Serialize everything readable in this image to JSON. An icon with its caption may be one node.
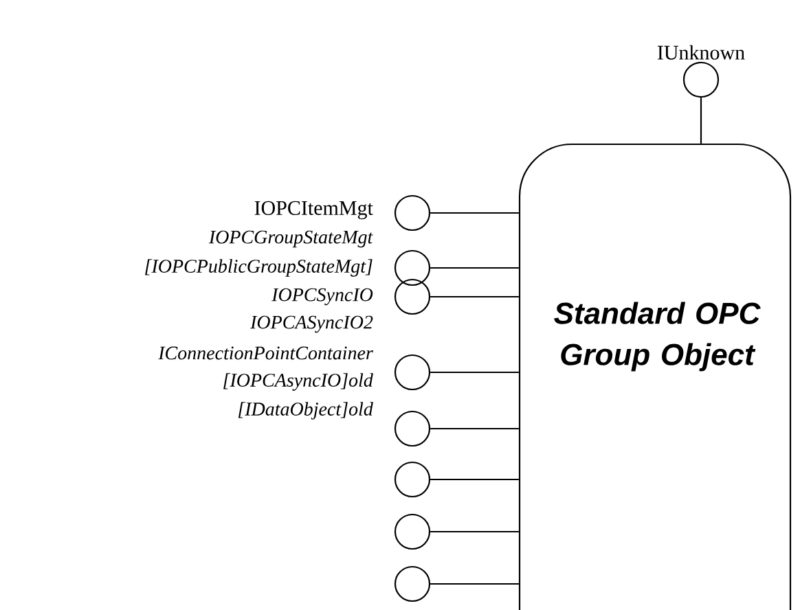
{
  "diagram": {
    "nodes": [
      {
        "text": [
          "Standard OPC Group Object"
        ]
      },
      {
        "text": [],
        "shape": "circle",
        "beside": [
          "IUnknown"
        ]
      },
      {
        "text": [],
        "shape": "circle"
      },
      {
        "text": [],
        "shape": "circle"
      },
      {
        "text": [],
        "shape": "circle"
      },
      {
        "text": [],
        "shape": "circle"
      },
      {
        "text": [],
        "shape": "circle"
      },
      {
        "text": [],
        "shape": "circle"
      },
      {
        "text": [],
        "shape": "circle"
      },
      {
        "text": [],
        "shape": "circle"
      }
    ],
    "edges": [
      {
        "from": 1,
        "to": 0,
        "arrow": "none"
      },
      {
        "from": 2,
        "to": 0,
        "arrow": "none"
      },
      {
        "from": 3,
        "to": 0,
        "arrow": "none"
      },
      {
        "from": 4,
        "to": 0,
        "arrow": "none"
      },
      {
        "from": 5,
        "to": 0,
        "arrow": "none"
      },
      {
        "from": 6,
        "to": 0,
        "arrow": "none"
      },
      {
        "from": 7,
        "to": 0,
        "arrow": "none"
      },
      {
        "from": 8,
        "to": 0,
        "arrow": "none"
      },
      {
        "from": 9,
        "to": 0,
        "arrow": "none"
      }
    ],
    "labels": [
      "IOPCItemMgt",
      "*IOPCGroupStateMgt*",
      "*[IOPCPublicGroupStateMgt]*",
      "*IOPCSyncIO*",
      "*IOPCASyncIO2*",
      "*IConnectionPointContainer*",
      "*[IOPCAsyncIO]old*",
      "*[IDataObject]old*"
    ]
  }
}
